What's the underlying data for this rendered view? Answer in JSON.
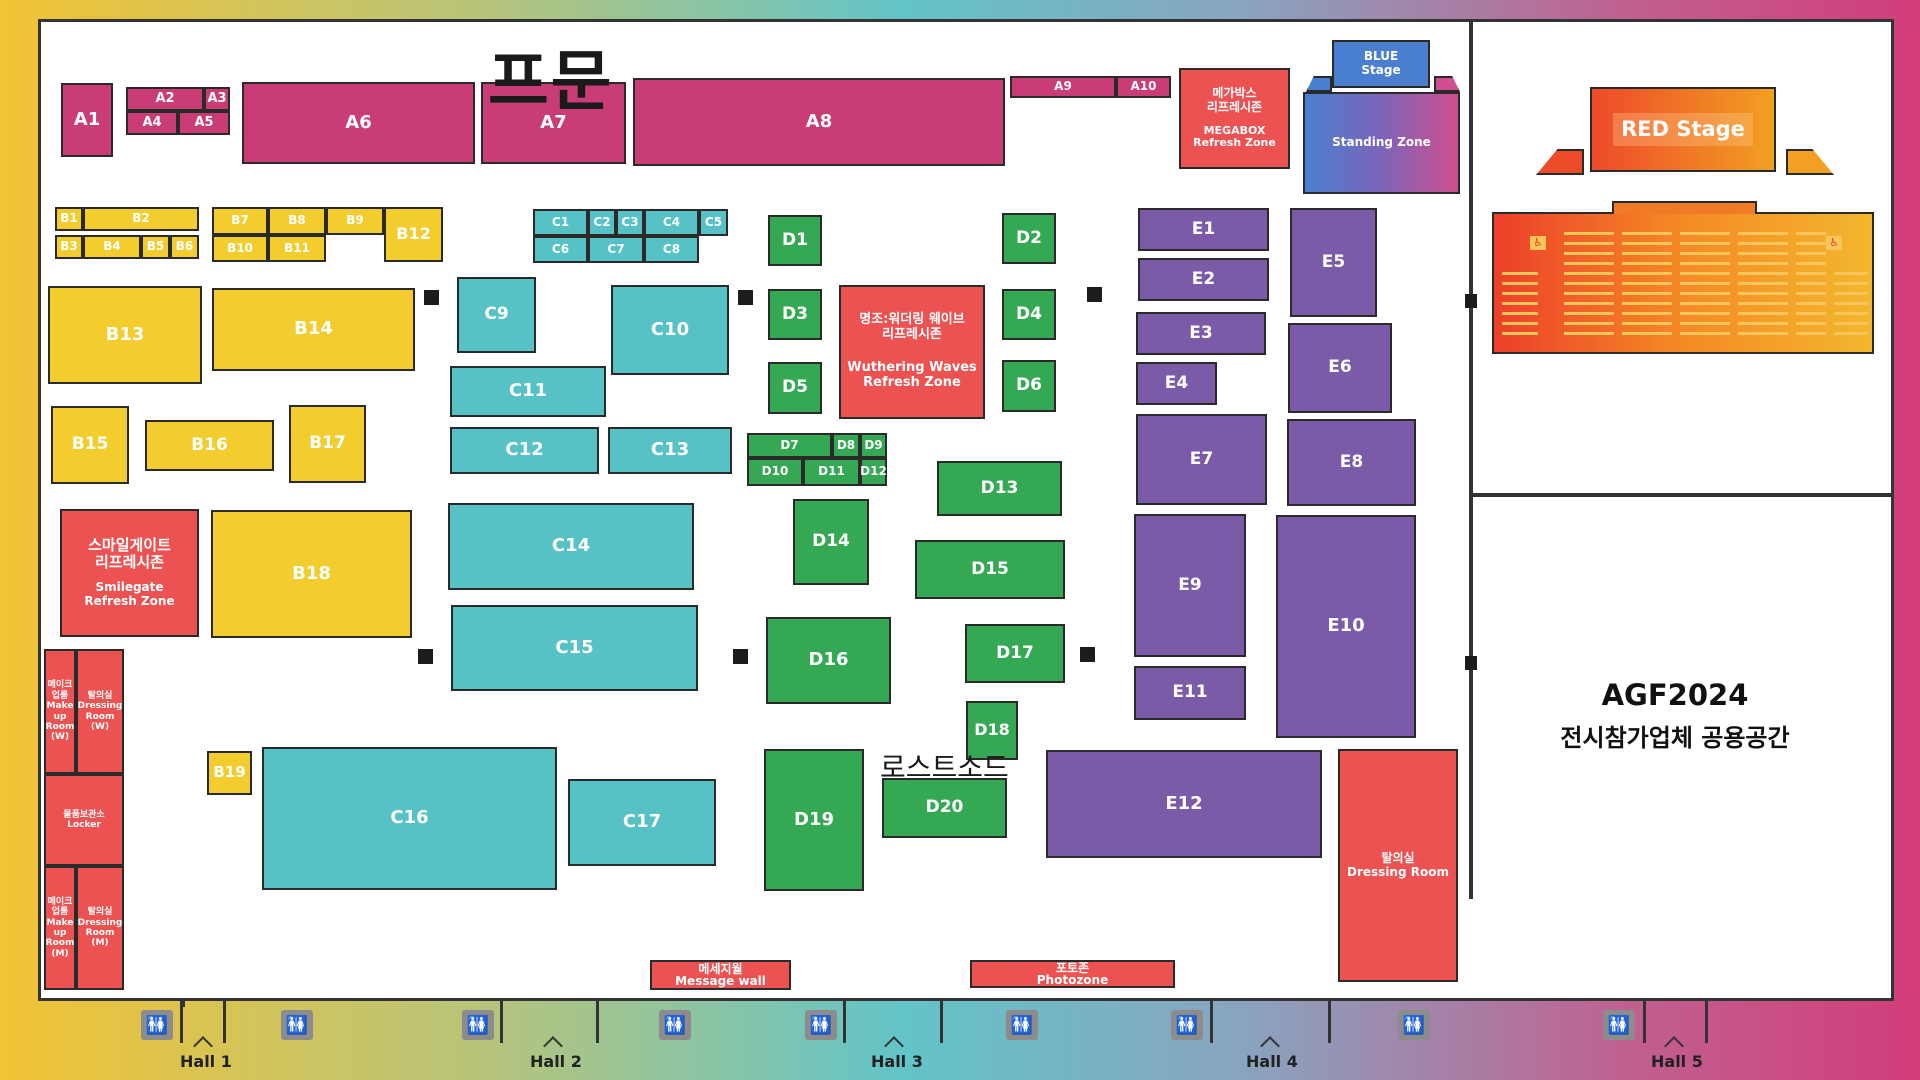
{
  "map": {
    "watermark_top": "프문",
    "watermark_mid": "로스트소드",
    "booths": {
      "A1": "A1",
      "A2": "A2",
      "A3": "A3",
      "A4": "A4",
      "A5": "A5",
      "A6": "A6",
      "A7": "A7",
      "A8": "A8",
      "A9": "A9",
      "A10": "A10",
      "B1": "B1",
      "B2": "B2",
      "B3": "B3",
      "B4": "B4",
      "B5": "B5",
      "B6": "B6",
      "B7": "B7",
      "B8": "B8",
      "B9": "B9",
      "B10": "B10",
      "B11": "B11",
      "B12": "B12",
      "B13": "B13",
      "B14": "B14",
      "B15": "B15",
      "B16": "B16",
      "B17": "B17",
      "B18": "B18",
      "B19": "B19",
      "C1": "C1",
      "C2": "C2",
      "C3": "C3",
      "C4": "C4",
      "C5": "C5",
      "C6": "C6",
      "C7": "C7",
      "C8": "C8",
      "C9": "C9",
      "C10": "C10",
      "C11": "C11",
      "C12": "C12",
      "C13": "C13",
      "C14": "C14",
      "C15": "C15",
      "C16": "C16",
      "C17": "C17",
      "D1": "D1",
      "D2": "D2",
      "D3": "D3",
      "D4": "D4",
      "D5": "D5",
      "D6": "D6",
      "D7": "D7",
      "D8": "D8",
      "D9": "D9",
      "D10": "D10",
      "D11": "D11",
      "D12": "D12",
      "D13": "D13",
      "D14": "D14",
      "D15": "D15",
      "D16": "D16",
      "D17": "D17",
      "D18": "D18",
      "D19": "D19",
      "D20": "D20",
      "E1": "E1",
      "E2": "E2",
      "E3": "E3",
      "E4": "E4",
      "E5": "E5",
      "E6": "E6",
      "E7": "E7",
      "E8": "E8",
      "E9": "E9",
      "E10": "E10",
      "E11": "E11",
      "E12": "E12"
    },
    "zones": {
      "megabox_ko": "메가박스\n리프레시존",
      "megabox_en": "MEGABOX\nRefresh Zone",
      "wuthering_ko": "명조:워더링 웨이브\n리프레시존",
      "wuthering_en": "Wuthering Waves\nRefresh Zone",
      "smilegate_ko": "스마일게이트\n리프레시존",
      "smilegate_en": "Smilegate\nRefresh Zone",
      "makeup_w": "메이크업룸\nMake up\nRoom\n(W)",
      "dressing_w": "탈의실\nDressing\nRoom\n(W)",
      "locker": "물품보관소\nLocker",
      "makeup_m": "메이크업룸\nMake up\nRoom\n(M)",
      "dressing_m": "탈의실\nDressing\nRoom\n(M)",
      "dressing_big": "탈의실\nDressing Room",
      "message_wall": "메세지월\nMessage wall",
      "photozone": "포토존\nPhotozone"
    },
    "stages": {
      "blue": "BLUE\nStage",
      "standing": "Standing Zone",
      "red": "RED Stage"
    },
    "shared_space": {
      "title": "AGF2024",
      "subtitle": "전시참가업체 공용공간"
    },
    "halls": [
      "Hall 1",
      "Hall 2",
      "Hall 3",
      "Hall 4",
      "Hall 5"
    ],
    "icons": {
      "restroom": "restroom-icon",
      "entrance": "entrance-caret-icon"
    },
    "colors": {
      "A": "#c93c75",
      "B": "#f3cd2d",
      "C": "#56c2c5",
      "D": "#34a853",
      "E": "#7b5aa8",
      "zone": "#ec5252",
      "red_stage": "#f06427",
      "blue_stage": "#4a7fd0"
    }
  }
}
